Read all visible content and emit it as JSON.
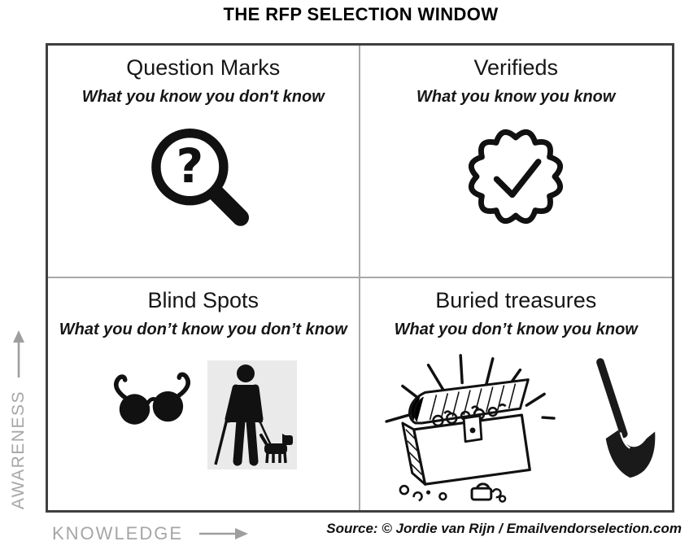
{
  "title": "THE RFP SELECTION WINDOW",
  "quadrants": [
    {
      "id": "question-marks",
      "heading": "Question Marks",
      "subtitle": "What you know you don't know",
      "icon": "magnifier-question-icon"
    },
    {
      "id": "verifieds",
      "heading": "Verifieds",
      "subtitle": "What you know you know",
      "icon": "verified-badge-icon"
    },
    {
      "id": "blind-spots",
      "heading": "Blind Spots",
      "subtitle": "What you don’t know you don’t know",
      "icons": [
        "dark-glasses-icon",
        "blind-person-guide-dog-icon"
      ]
    },
    {
      "id": "buried-treasures",
      "heading": "Buried treasures",
      "subtitle": "What you don’t know you know",
      "icons": [
        "treasure-chest-icon",
        "shovel-icon"
      ]
    }
  ],
  "axes": {
    "y_label": "AWARENESS",
    "x_label": "KNOWLEDGE"
  },
  "source": "Source: © Jordie van Rijn / Emailvendorselection.com",
  "colors": {
    "outer_border": "#3f3f3f",
    "divider": "#a8a8a8",
    "axis_gray": "#a6a6a6",
    "icon_black": "#111111",
    "person_bg": "#eaeaea"
  }
}
